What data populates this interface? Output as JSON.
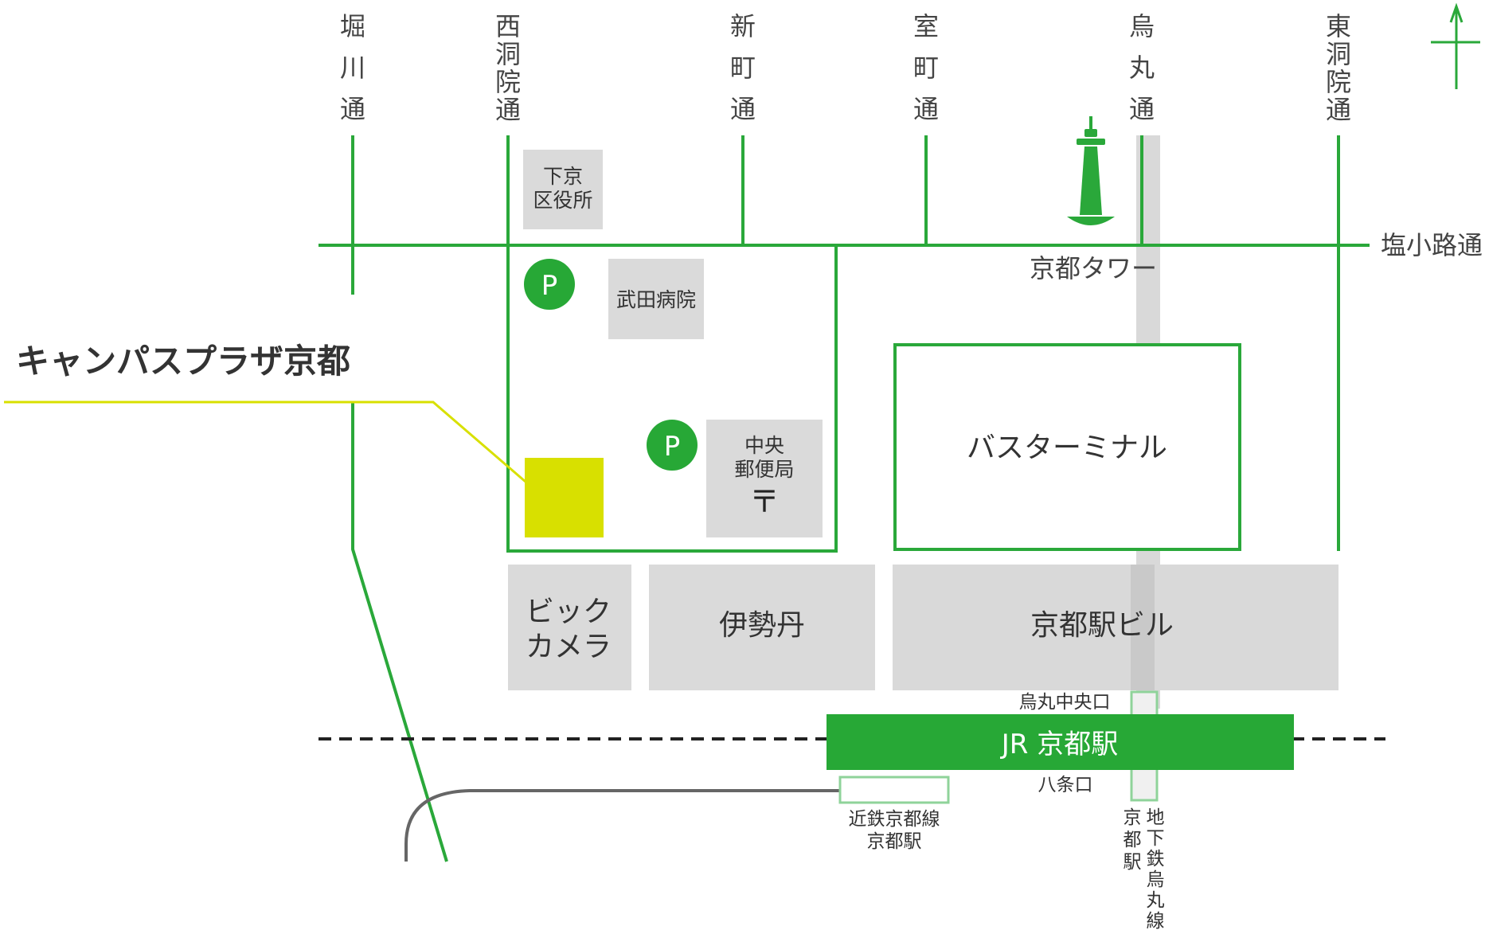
{
  "title": "キャンパスプラザ京都",
  "streets_vertical": [
    "堀川通",
    "西洞院通",
    "新町通",
    "室町通",
    "烏丸通",
    "東洞院通"
  ],
  "street_horizontal": "塩小路通",
  "landmarks": {
    "kyoto_tower": "京都タワー",
    "shimogyo_office": [
      "下京",
      "区役所"
    ],
    "takeda_hospital": "武田病院",
    "post_office": [
      "中央",
      "郵便局"
    ],
    "post_symbol": "〒",
    "parking": "P",
    "bus_terminal": "バスターミナル",
    "bic_camera": [
      "ビック",
      "カメラ"
    ],
    "isetan": "伊勢丹",
    "station_building": "京都駅ビル"
  },
  "station": {
    "name": "JR 京都駅",
    "karasuma_exit": "烏丸中央口",
    "hachijo_exit": "八条口",
    "kintetsu": [
      "近鉄京都線",
      "京都駅"
    ],
    "subway_station": [
      "京",
      "都",
      "駅"
    ],
    "subway_line": [
      "地",
      "下",
      "鉄",
      "烏",
      "丸",
      "線"
    ]
  },
  "colors": {
    "road": "#2aa83a",
    "station": "#27a836",
    "highlight": "#d8e000",
    "building": "#dadada",
    "subway_band": "#d9d9d9",
    "rail": "#666666"
  },
  "icons": [
    "north-arrow-icon",
    "parking-icon",
    "kyoto-tower-icon",
    "post-office-icon"
  ]
}
